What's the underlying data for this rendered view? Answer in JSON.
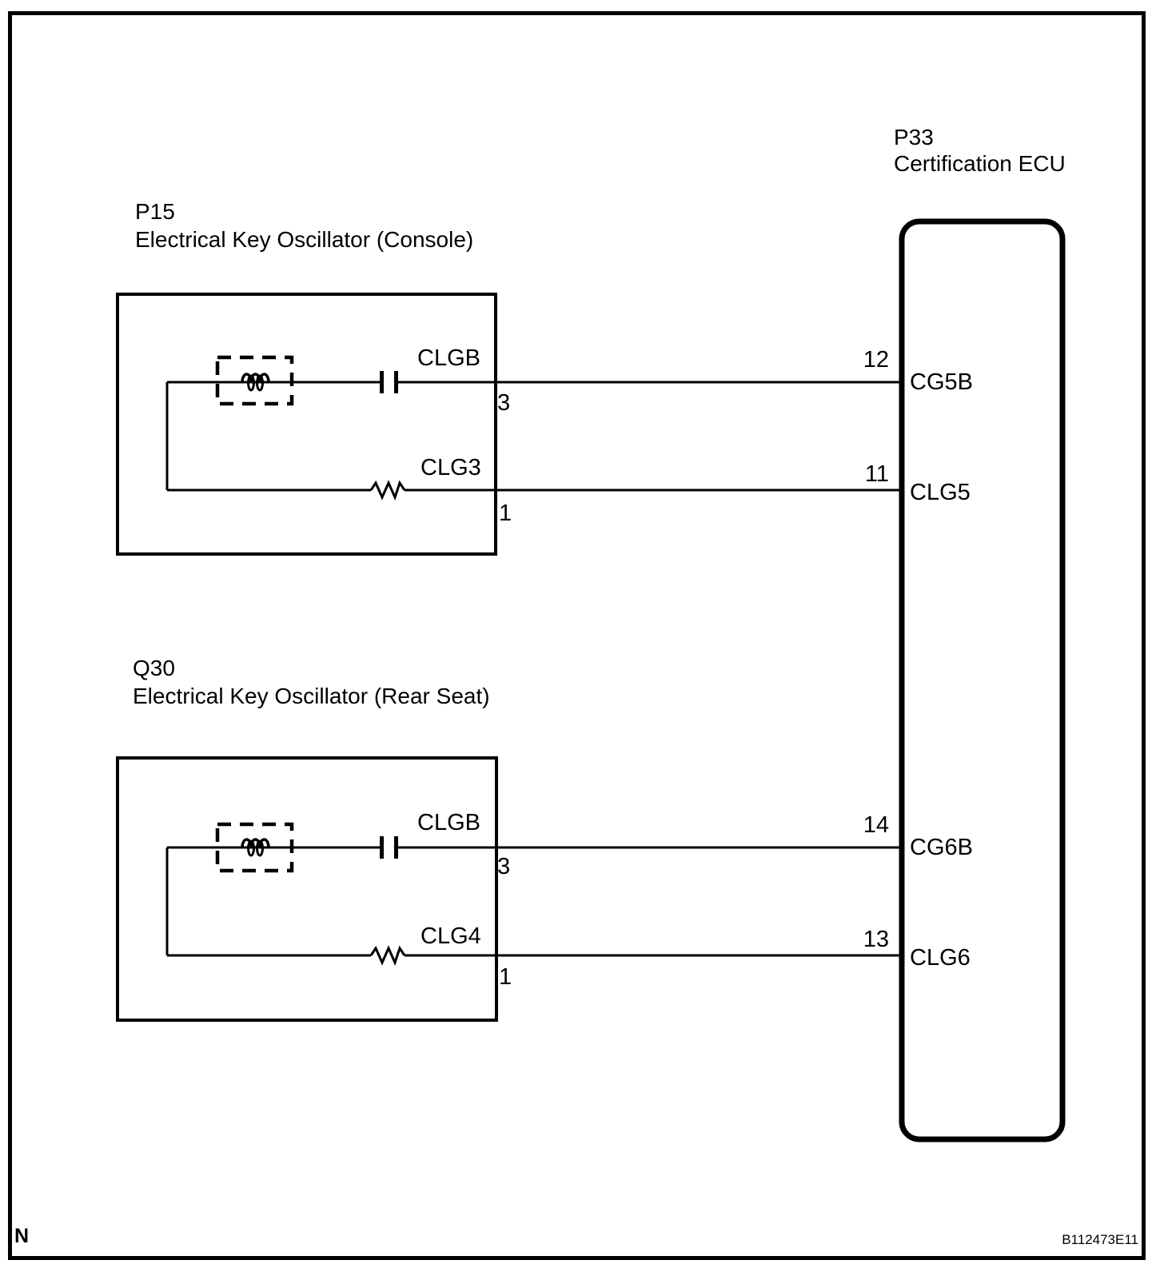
{
  "diagram": {
    "ecu": {
      "code": "P33",
      "name": "Certification ECU"
    },
    "oscillators": [
      {
        "code": "P15",
        "name": "Electrical Key Oscillator (Console)",
        "wires": [
          {
            "signal": "CLGB",
            "component_pin": "3",
            "ecu_pin_number": "12",
            "ecu_terminal": "CG5B"
          },
          {
            "signal": "CLG3",
            "component_pin": "1",
            "ecu_pin_number": "11",
            "ecu_terminal": "CLG5"
          }
        ]
      },
      {
        "code": "Q30",
        "name": "Electrical Key Oscillator (Rear Seat)",
        "wires": [
          {
            "signal": "CLGB",
            "component_pin": "3",
            "ecu_pin_number": "14",
            "ecu_terminal": "CG6B"
          },
          {
            "signal": "CLG4",
            "component_pin": "1",
            "ecu_pin_number": "13",
            "ecu_terminal": "CLG6"
          }
        ]
      }
    ],
    "symbols": [
      "antenna-coil-dashed-box",
      "inductor-coil-icon",
      "capacitor-icon",
      "resistor-icon"
    ],
    "footer": {
      "left": "N",
      "figure_id": "B112473E11"
    },
    "colors": {
      "line": "#000000",
      "background": "#ffffff"
    }
  }
}
